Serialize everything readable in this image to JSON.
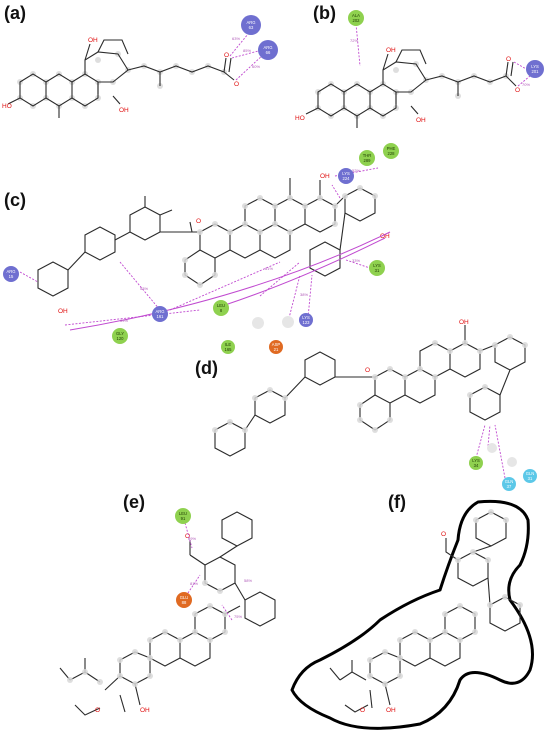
{
  "panels": [
    {
      "label": "(a)"
    },
    {
      "label": "(b)"
    },
    {
      "label": "(c)"
    },
    {
      "label": "(d)"
    },
    {
      "label": "(e)"
    },
    {
      "label": "(f)"
    }
  ],
  "atom_labels": {
    "hydroxyl": "OH",
    "ho": "HO",
    "oxygen": "O"
  },
  "colors": {
    "arg": "#6f6fd0",
    "lys": "#6f6fd0",
    "hydrophobic": "#8fd14f",
    "acidic": "#e06a22",
    "water": "#cfcfcf",
    "polar": "#5cc8e8",
    "hbond": "#c04ad0",
    "halo": "#d9d9d9"
  },
  "residues": {
    "a_arg1": [
      "ARG",
      "63"
    ],
    "a_arg2": [
      "ARG",
      "66"
    ],
    "b_ala": [
      "ALA",
      "202"
    ],
    "b_lys": [
      "LYS",
      "201"
    ],
    "c_thr": [
      "THR",
      "289"
    ],
    "c_phe": [
      "PHE",
      "228"
    ],
    "c_lys1": [
      "LYS",
      "224"
    ],
    "c_lys2": [
      "LYS",
      "31"
    ],
    "c_arg": [
      "ARG",
      "161"
    ],
    "c_leu": [
      "LEU",
      "8"
    ],
    "c_gly": [
      "GLY",
      "120"
    ],
    "c_ile": [
      "ILE",
      "165"
    ],
    "c_asp": [
      "ASP",
      "21"
    ],
    "c_lys3": [
      "LYS",
      "123"
    ],
    "c_arg2": [
      "ARG",
      "15"
    ],
    "d_lys": [
      "LYS",
      "34"
    ],
    "d_gln1": [
      "GLN",
      "37"
    ],
    "d_gln2": [
      "GLN",
      "31"
    ],
    "e_leu": [
      "LEU",
      "91"
    ],
    "e_glu": [
      "GLU",
      "88"
    ]
  },
  "percentages": {
    "a1": "63%",
    "a2": "85%",
    "a3": "60%",
    "b1": "72%",
    "b2": "70%",
    "c1": "52%",
    "c2": "53%",
    "c3": "61%",
    "c4": "33%",
    "c5": "69%",
    "c6": "38%",
    "e1": "69%",
    "e2": "81%",
    "e3": "58%",
    "e4": "75%"
  }
}
